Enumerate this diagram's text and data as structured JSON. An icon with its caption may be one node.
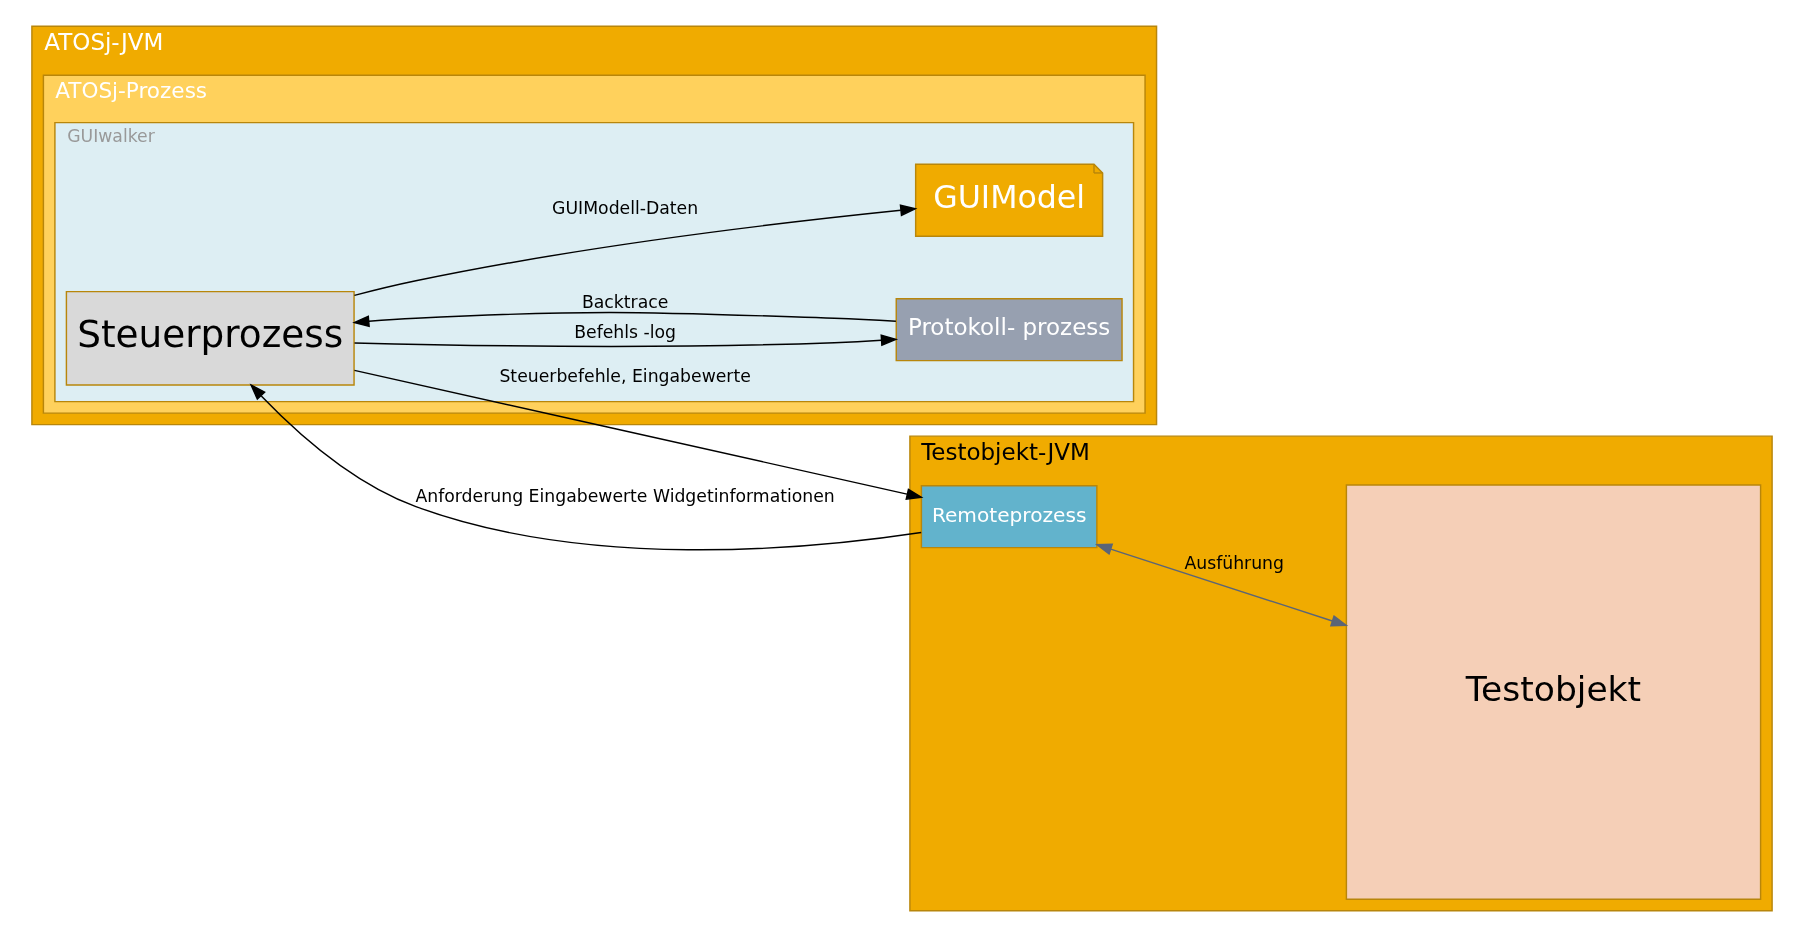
{
  "diagram": {
    "nodes": [
      {
        "text": [
          "ATOSj-JVM"
        ]
      },
      {
        "text": [
          "ATOSj-Prozess"
        ],
        "in": 0
      },
      {
        "text": [
          "GUIwalker"
        ],
        "in": 1
      },
      {
        "text": [
          "Steuerprozess"
        ],
        "in": 2
      },
      {
        "text": [
          "Protokoll- prozess"
        ],
        "in": 2
      },
      {
        "text": [
          "GUIModel"
        ],
        "in": 2
      },
      {
        "text": [
          "Testobjekt-JVM"
        ]
      },
      {
        "text": [
          "Remoteprozess"
        ],
        "in": 6
      },
      {
        "text": [
          "Testobjekt"
        ],
        "in": 6
      }
    ],
    "edges": [
      {
        "from": 3,
        "to": 7,
        "arrow": "to",
        "label": "Steuerbefehle, Eingabewerte"
      },
      {
        "from": 7,
        "to": 3,
        "arrow": "to",
        "label": "Anforderung Eingabewerte Widgetinformationen"
      },
      {
        "from": 7,
        "to": 8,
        "arrow": "both",
        "label": "Ausführung",
        "color": "#5b6577"
      },
      {
        "from": 4,
        "to": 3,
        "arrow": "to",
        "label": "Backtrace"
      },
      {
        "from": 3,
        "to": 4,
        "arrow": "to",
        "label": "Befehls -log"
      },
      {
        "from": 3,
        "to": 5,
        "arrow": "to",
        "label": "GUIModell-Daten"
      }
    ]
  }
}
